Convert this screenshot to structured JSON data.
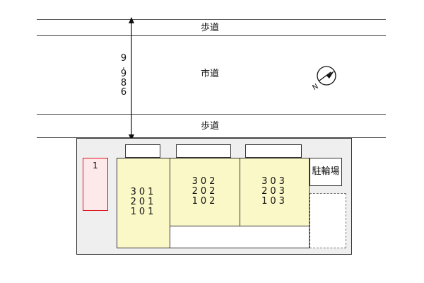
{
  "road": {
    "sidewalk_top": "歩道",
    "city_road": "市道",
    "sidewalk_bottom": "歩道",
    "width_digits": [
      "9",
      ".",
      "9",
      "8",
      "6"
    ]
  },
  "parking": {
    "label": "1"
  },
  "bike_parking": {
    "label": "駐輪場"
  },
  "buildings": [
    {
      "units": [
        "301",
        "201",
        "101"
      ]
    },
    {
      "units": [
        "302",
        "202",
        "102"
      ]
    },
    {
      "units": [
        "303",
        "203",
        "103"
      ]
    }
  ],
  "compass": {
    "north_letter": "N"
  }
}
